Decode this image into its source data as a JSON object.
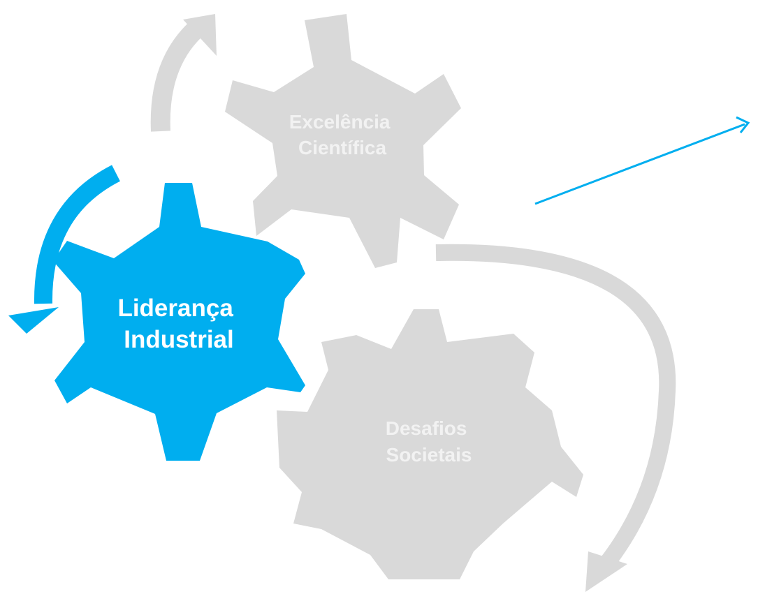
{
  "colors": {
    "accent": "#00aeef",
    "inactive": "#d9d9d9",
    "inactive_text": "#f2f2f2",
    "active_text": "#ffffff"
  },
  "gears": {
    "excellence": {
      "line1": "Excelência",
      "line2": "Científica"
    },
    "industrial": {
      "line1": "Liderança",
      "line2": "Industrial"
    },
    "societal": {
      "line1": "Desafios",
      "line2": "Societais"
    }
  }
}
